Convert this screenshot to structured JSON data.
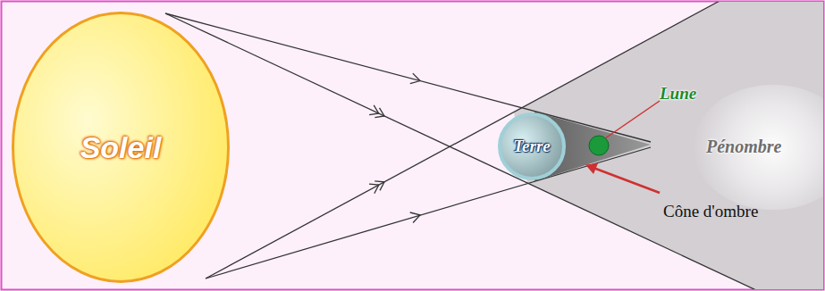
{
  "diagram": {
    "nodes": [
      {
        "text": [
          "Soleil"
        ]
      },
      {
        "text": [
          "Terre"
        ]
      }
    ],
    "labels": [
      "Lune",
      "Pénombre",
      "Cône d'ombre"
    ]
  }
}
